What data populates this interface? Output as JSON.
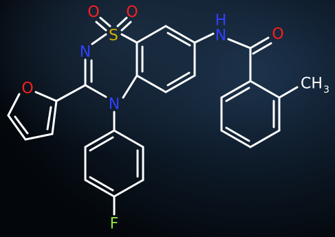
{
  "colors": {
    "background": "#05080c",
    "bond": "#ffffff",
    "oxygen": "#ff1f1f",
    "nitrogen": "#3040ff",
    "sulfur": "#d4b000",
    "fluorine": "#90e040",
    "carbon": "#ffffff"
  },
  "atoms": {
    "sulfonyl_o_left": "O",
    "sulfonyl_o_right": "O",
    "sulfur": "S",
    "ring_nitrogen": "N",
    "furan_oxygen": "O",
    "amine_nitrogen": "N",
    "amide_h": "H",
    "amide_n": "N",
    "carbonyl_o": "O",
    "methyl_c": "CH",
    "methyl_sub": "3",
    "fluorine": "F"
  }
}
